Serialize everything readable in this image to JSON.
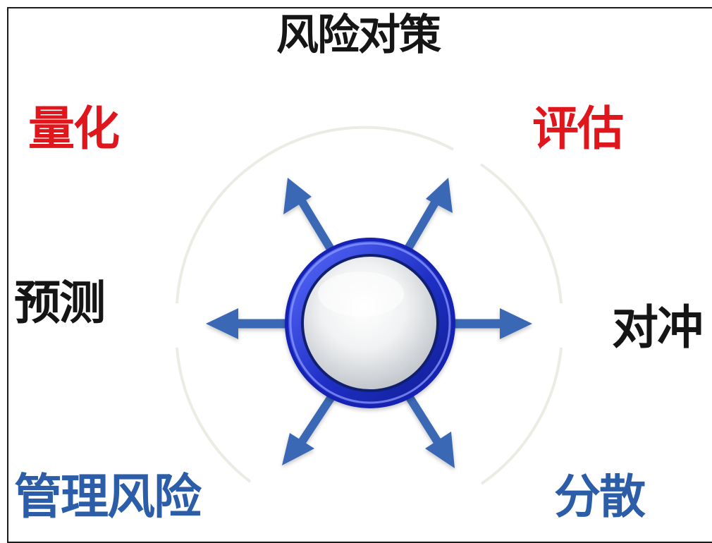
{
  "title": "风险对策",
  "labels": {
    "quantify": "量化",
    "evaluate": "评估",
    "predict": "预测",
    "hedge": "对冲",
    "manage": "管理风险",
    "diversify": "分散"
  },
  "colors": {
    "title": "#151515",
    "red_label": "#e0161d",
    "black_label": "#151515",
    "blue_label": "#2b5da9",
    "arrow": "#3a67b5",
    "ring_outer": "#1f2fc4",
    "ring_highlight": "#8b98ff",
    "center_button": "#e6e8ea",
    "guide_circle": "#ecebe4"
  },
  "diagram": {
    "center_icon": "circular-button",
    "arrows": [
      "arrow-up-left",
      "arrow-up-right",
      "arrow-left",
      "arrow-right",
      "arrow-down-left",
      "arrow-down-right"
    ]
  }
}
